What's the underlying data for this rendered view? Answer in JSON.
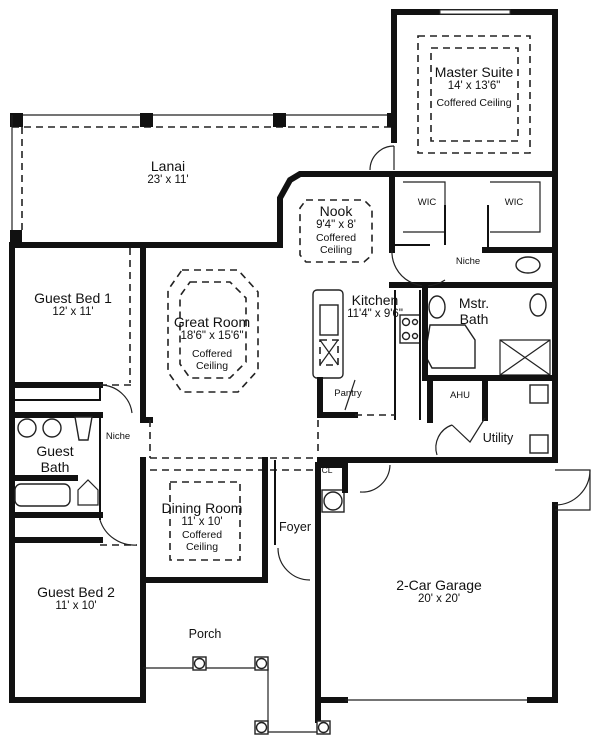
{
  "plan": {
    "type": "floor-plan",
    "colors": {
      "line": "#111111",
      "background": "#ffffff"
    },
    "rooms": {
      "master_suite": {
        "name": "Master Suite",
        "dim": "14' x 13'6\"",
        "note": "Coffered Ceiling"
      },
      "lanai": {
        "name": "Lanai",
        "dim": "23' x 11'"
      },
      "nook": {
        "name": "Nook",
        "dim": "9'4\" x 8'",
        "note1": "Coffered",
        "note2": "Ceiling"
      },
      "wic_left": {
        "name": "WIC"
      },
      "wic_right": {
        "name": "WIC"
      },
      "niche_master": {
        "name": "Niche"
      },
      "guest_bed_1": {
        "name": "Guest Bed 1",
        "dim": "12' x 11'"
      },
      "great_room": {
        "name": "Great Room",
        "dim": "18'6\" x 15'6\"",
        "note1": "Coffered",
        "note2": "Ceiling"
      },
      "kitchen": {
        "name": "Kitchen",
        "dim": "11'4\" x 9'6\""
      },
      "mstr_bath": {
        "name1": "Mstr.",
        "name2": "Bath"
      },
      "pantry": {
        "name": "Pantry"
      },
      "ahu": {
        "name": "AHU"
      },
      "utility": {
        "name": "Utility"
      },
      "guest_bath": {
        "name1": "Guest",
        "name2": "Bath"
      },
      "niche_guest": {
        "name": "Niche"
      },
      "cl": {
        "name": "CL"
      },
      "dining_room": {
        "name": "Dining Room",
        "dim": "11' x 10'",
        "note1": "Coffered",
        "note2": "Ceiling"
      },
      "foyer": {
        "name": "Foyer"
      },
      "guest_bed_2": {
        "name": "Guest Bed 2",
        "dim": "11' x 10'"
      },
      "porch": {
        "name": "Porch"
      },
      "garage": {
        "name": "2-Car Garage",
        "dim": "20' x 20'"
      }
    }
  }
}
